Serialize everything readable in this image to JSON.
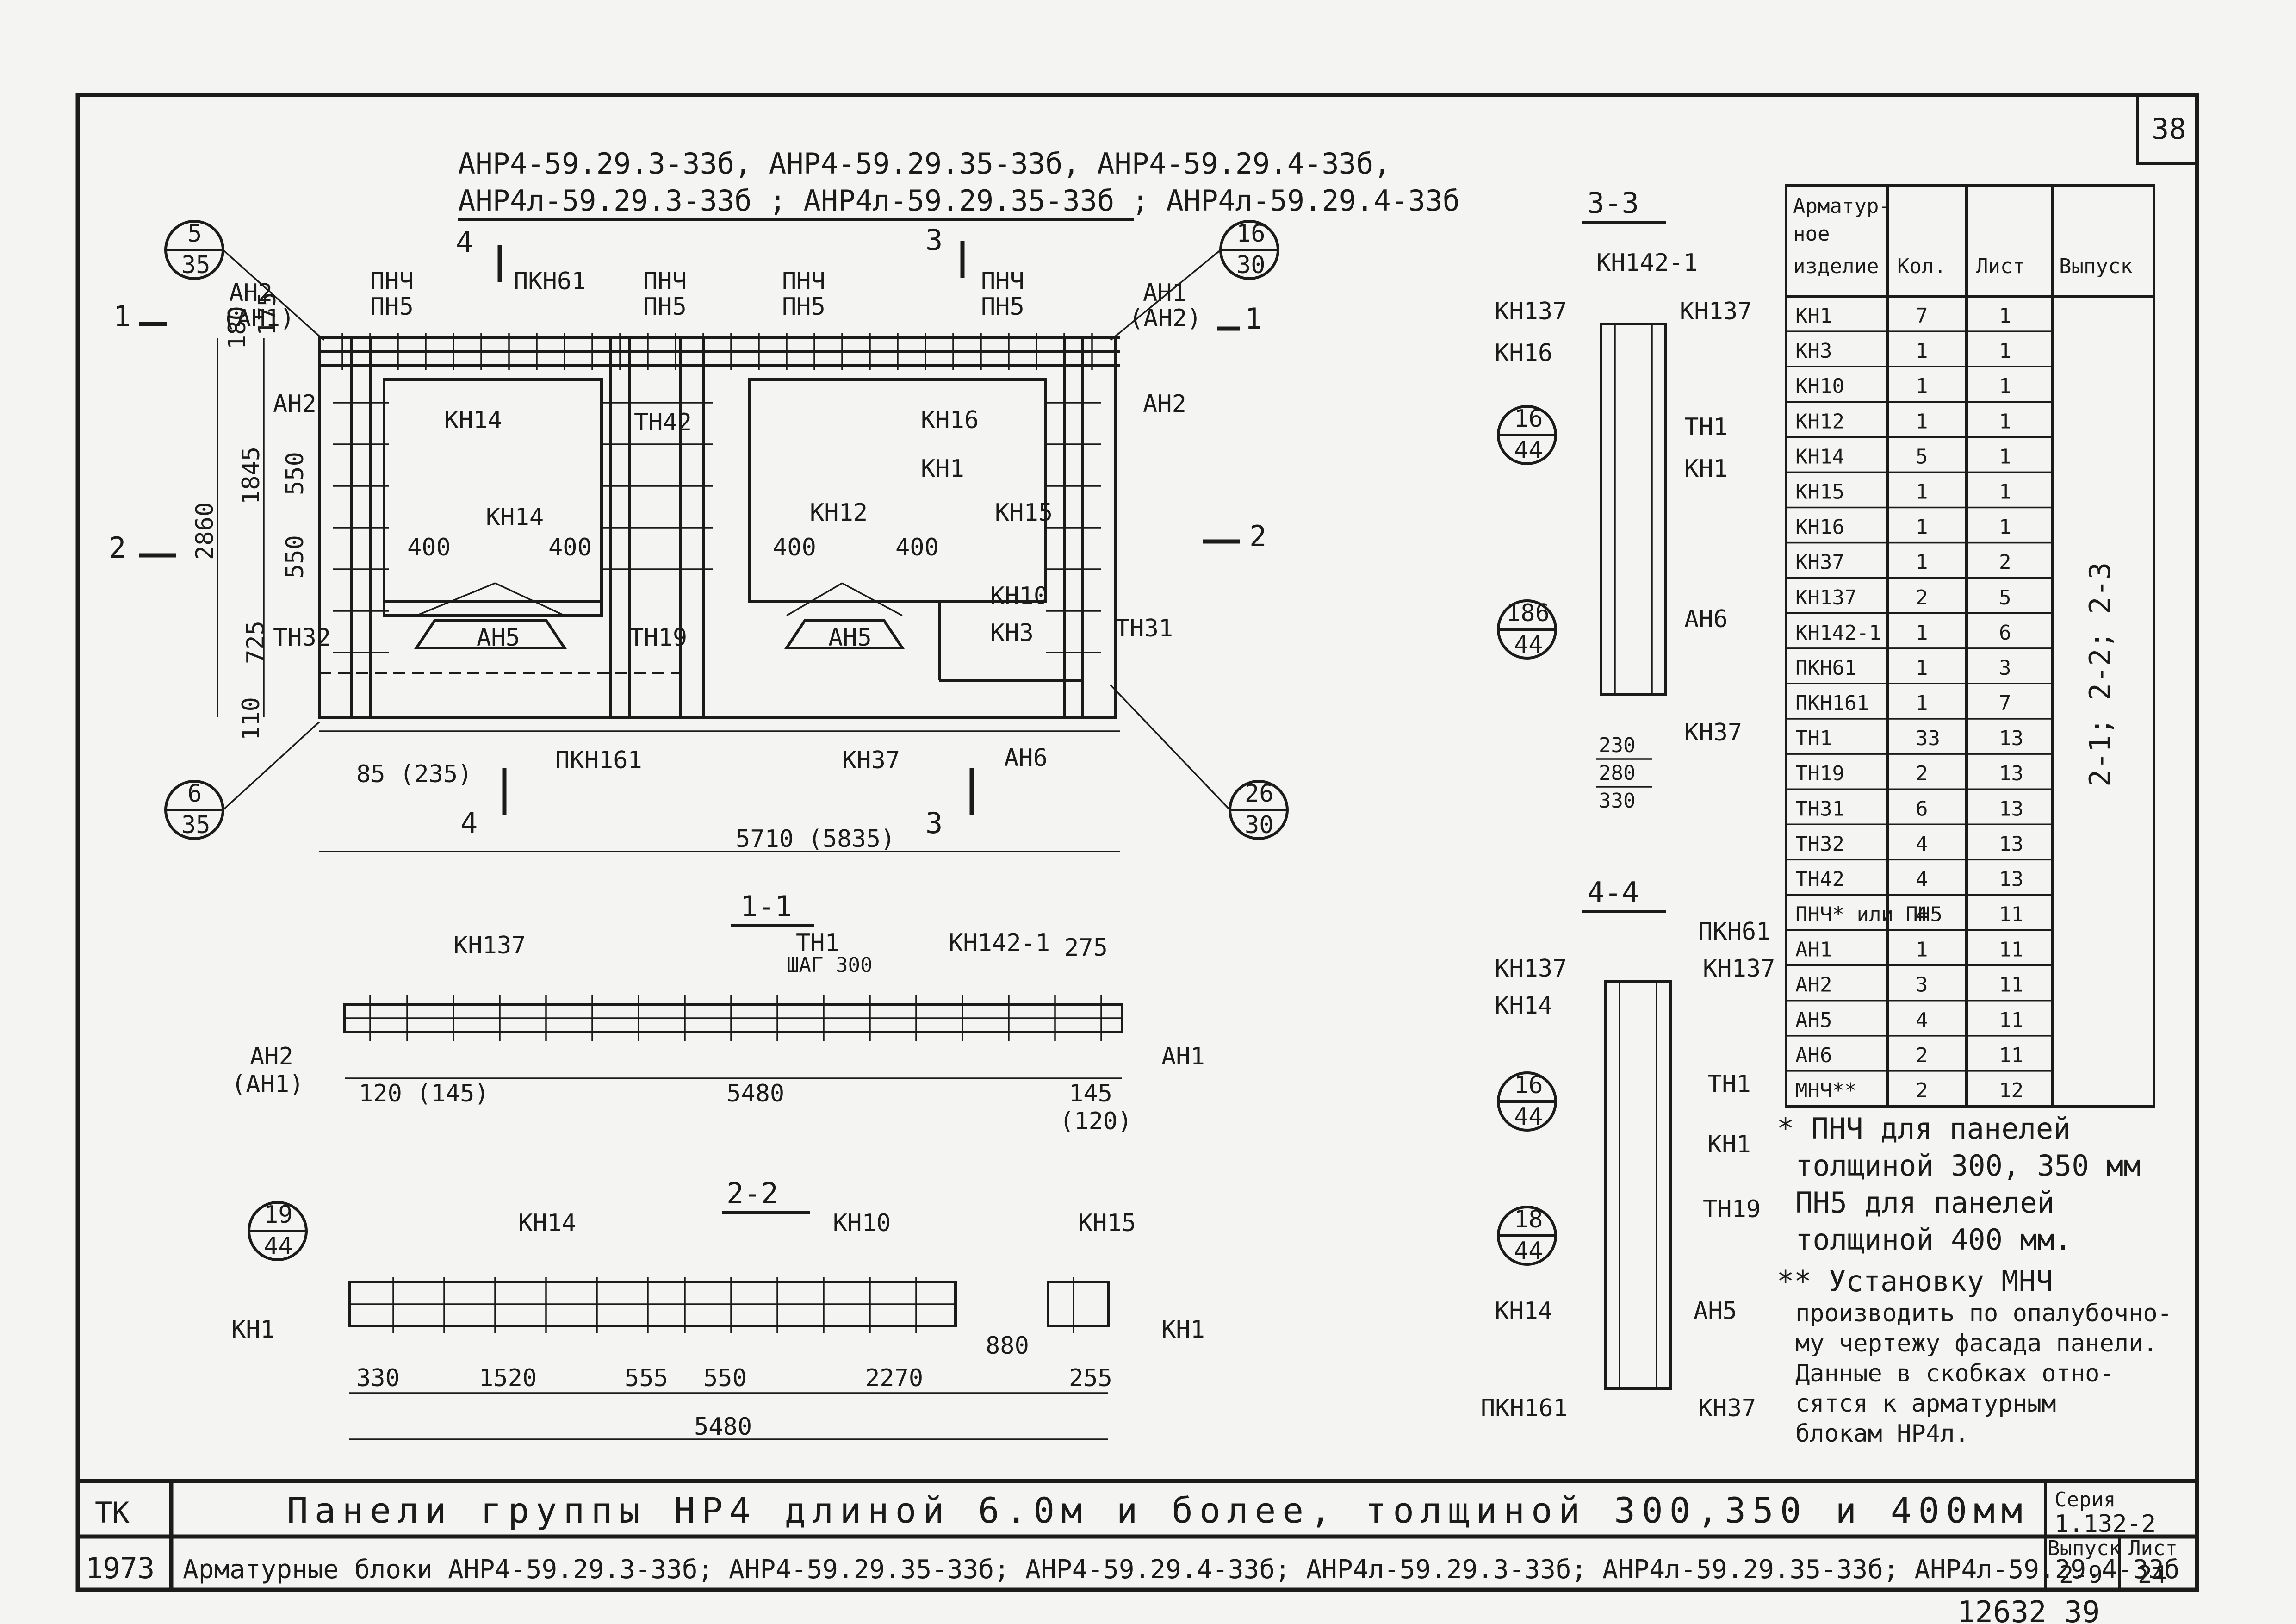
{
  "sheet_number": "38",
  "header": {
    "line1": "АНР4-59.29.3-33б, АНР4-59.29.35-33б, АНР4-59.29.4-33б,",
    "line2": "АНР4л-59.29.3-33б ; АНР4л-59.29.35-33б ; АНР4л-59.29.4-33б"
  },
  "elevation": {
    "callouts": [
      {
        "id": "c_5_35",
        "top": "5",
        "bottom": "35"
      },
      {
        "id": "c_16_30",
        "top": "16",
        "bottom": "30"
      },
      {
        "id": "c_6_35",
        "top": "6",
        "bottom": "35"
      },
      {
        "id": "c_26_30",
        "top": "26",
        "bottom": "30"
      }
    ],
    "labels": {
      "an2_an1": "АН2",
      "an1_paren": "(АН1)",
      "an1": "АН1",
      "an2_paren": "(АН2)",
      "pnch": "ПНЧ",
      "pn5": "ПН5",
      "pkn61": "ПКН61",
      "an2": "АН2",
      "kn14": "КН14",
      "tn42": "ТН42",
      "kn16": "КН16",
      "kn1": "КН1",
      "kn12": "КН12",
      "kn15": "КН15",
      "kn10": "КН10",
      "kn3": "КН3",
      "an5": "АН5",
      "tn32": "ТН32",
      "tn19": "ТН19",
      "tn31": "ТН31",
      "pkn161": "ПКН161",
      "kn37": "КН37",
      "an6": "АН6"
    },
    "section_marks": {
      "s1": "1",
      "s2": "2",
      "s3": "3",
      "s4": "4"
    },
    "dims": {
      "d180": "180",
      "d175": "175",
      "d1845": "1845",
      "d550a": "550",
      "d550b": "550",
      "d725": "725",
      "d110": "110",
      "d2860": "2860",
      "d400a": "400",
      "d400b": "400",
      "d400c": "400",
      "d400d": "400",
      "d85": "85 (235)",
      "d5710": "5710  (5835)"
    }
  },
  "section_11": {
    "title": "1-1",
    "kn137": "КН137",
    "tn1": "ТН1",
    "step": "ШАГ 300",
    "kn142": "КН142-1",
    "d275": "275",
    "an2": "АН2",
    "an1p": "(АН1)",
    "an1": "АН1",
    "d120": "120 (145)",
    "d5480": "5480",
    "d145": "145",
    "d120p": "(120)"
  },
  "section_22": {
    "title": "2-2",
    "callout_top": "19",
    "callout_bottom": "44",
    "kn14": "КН14",
    "kn10": "КН10",
    "kn15": "КН15",
    "kn1a": "КН1",
    "kn1b": "КН1",
    "d330": "330",
    "d1520": "1520",
    "d555": "555",
    "d550": "550",
    "d2270": "2270",
    "d880": "880",
    "d255": "255",
    "d5480": "5480"
  },
  "section_33": {
    "title": "3-3",
    "kn142": "КН142-1",
    "kn137a": "КН137",
    "kn137b": "КН137",
    "kn16": "КН16",
    "tn1": "ТН1",
    "kn1": "КН1",
    "an6": "АН6",
    "kn37": "КН37",
    "c1_top": "16",
    "c1_bottom": "44",
    "c2_top": "186",
    "c2_bottom": "44",
    "d230": "230",
    "d280": "280",
    "d330": "330"
  },
  "section_44": {
    "title": "4-4",
    "pkn61": "ПКН61",
    "kn137a": "КН137",
    "kn137b": "КН137",
    "kn14a": "КН14",
    "tn1": "ТН1",
    "kn1": "КН1",
    "tn19": "ТН19",
    "kn14b": "КН14",
    "an5": "АН5",
    "pkn161": "ПКН161",
    "kn37": "КН37",
    "c1_top": "16",
    "c1_bottom": "44",
    "c2_top": "18",
    "c2_bottom": "44"
  },
  "table": {
    "headers": [
      "Арматур-ное изделие",
      "Кол.",
      "Лист",
      "Выпуск"
    ],
    "rows": [
      [
        "КН1",
        "7",
        "1"
      ],
      [
        "КН3",
        "1",
        "1"
      ],
      [
        "КН10",
        "1",
        "1"
      ],
      [
        "КН12",
        "1",
        "1"
      ],
      [
        "КН14",
        "5",
        "1"
      ],
      [
        "КН15",
        "1",
        "1"
      ],
      [
        "КН16",
        "1",
        "1"
      ],
      [
        "КН37",
        "1",
        "2"
      ],
      [
        "КН137",
        "2",
        "5"
      ],
      [
        "КН142-1",
        "1",
        "6"
      ],
      [
        "ПКН61",
        "1",
        "3"
      ],
      [
        "ПКН161",
        "1",
        "7"
      ],
      [
        "ТН1",
        "33",
        "13"
      ],
      [
        "ТН19",
        "2",
        "13"
      ],
      [
        "ТН31",
        "6",
        "13"
      ],
      [
        "ТН32",
        "4",
        "13"
      ],
      [
        "ТН42",
        "4",
        "13"
      ],
      [
        "ПНЧ* или ПН5",
        "4",
        "11"
      ],
      [
        "АН1",
        "1",
        "11"
      ],
      [
        "АН2",
        "3",
        "11"
      ],
      [
        "АН5",
        "4",
        "11"
      ],
      [
        "АН6",
        "2",
        "11"
      ],
      [
        "МНЧ**",
        "2",
        "12"
      ]
    ],
    "issue": "2-1; 2-2; 2-3"
  },
  "notes": {
    "n1_l1": "* ПНЧ для панелей",
    "n1_l2": "толщиной 300, 350 мм",
    "n1_l3": "ПН5 для панелей",
    "n1_l4": "толщиной 400 мм.",
    "n2_l1": "** Установку МНЧ",
    "n2_l2": "производить по опалубочно-",
    "n2_l3": "му чертежу фасада панели.",
    "n2_l4": "Данные в скобках отно-",
    "n2_l5": "сятся к арматурным",
    "n2_l6": "блокам НР4л."
  },
  "title_block": {
    "org": "ТК",
    "year": "1973",
    "title": "Панели группы НР4 длиной 6.0м и более, толщиной 300,350 и 400мм",
    "subtitle": "Арматурные блоки АНР4-59.29.3-33б; АНР4-59.29.35-33б; АНР4-59.29.4-33б; АНР4л-59.29.3-33б; АНР4л-59.29.35-33б; АНР4л-59.29.4-33б",
    "series_label": "Серия",
    "series_value": "1.132-2",
    "issue_label": "Выпуск",
    "issue_value": "2-9",
    "sheet_label": "Лист",
    "sheet_value": "24"
  },
  "bottom_note": "12632   39"
}
